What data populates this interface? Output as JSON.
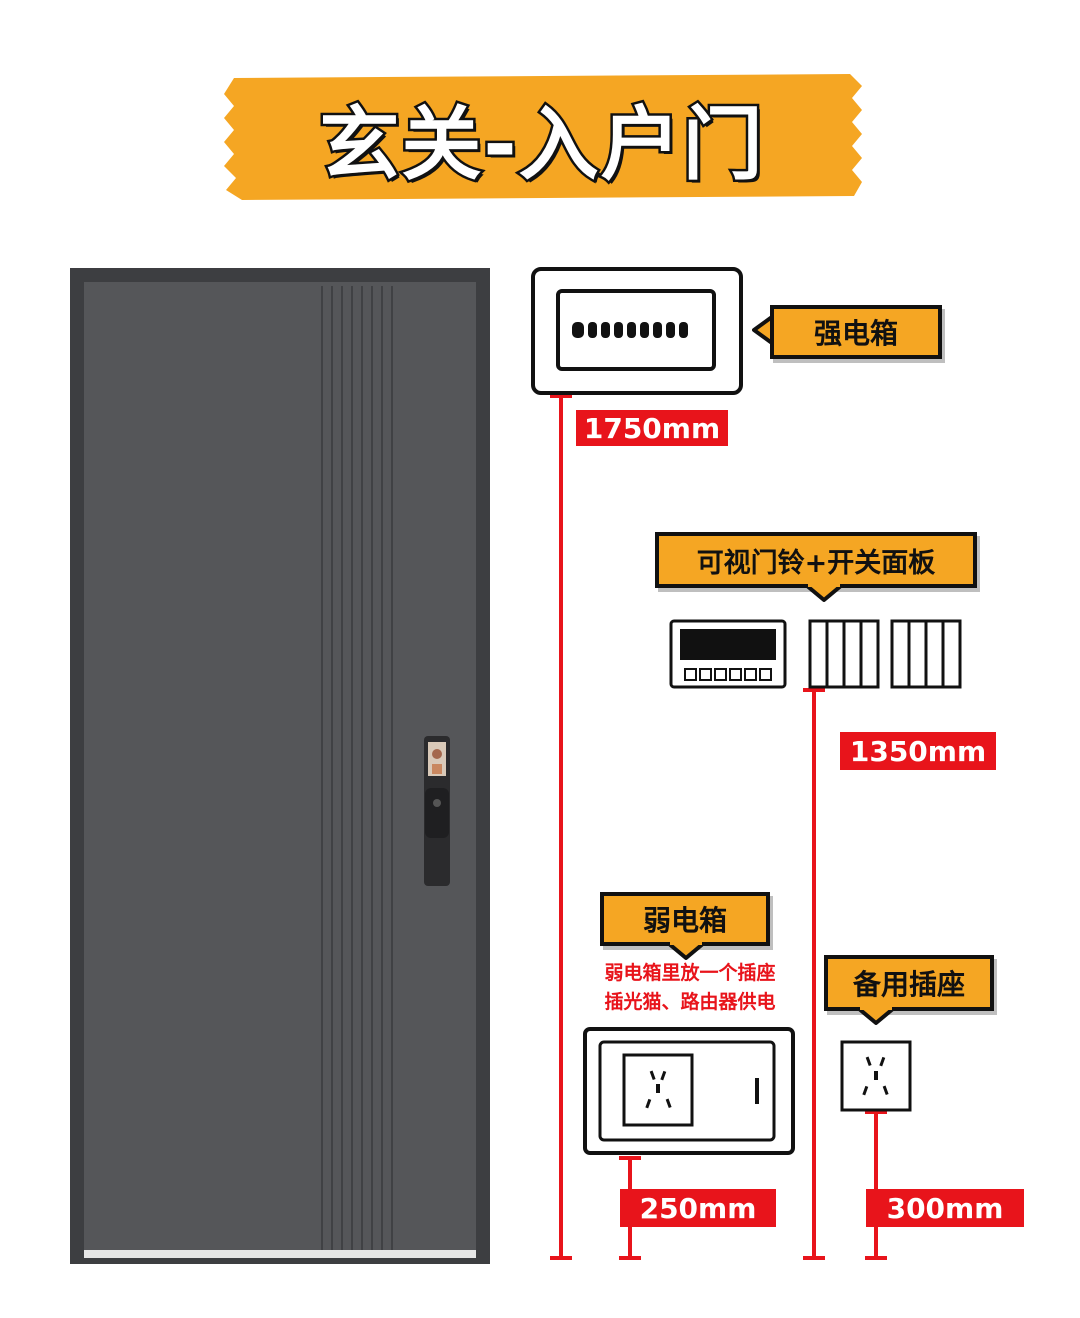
{
  "title": "玄关-入户门",
  "colors": {
    "accent_orange": "#f5a623",
    "measure_red": "#e8141b",
    "door_gray": "#555659",
    "outline": "#111111"
  },
  "items": {
    "strong_box": {
      "label": "强电箱",
      "height": "1750mm"
    },
    "doorbell_panel": {
      "label": "可视门铃+开关面板",
      "height": "1350mm"
    },
    "weak_box": {
      "label": "弱电箱",
      "height": "250mm",
      "note_line1": "弱电箱里放一个插座",
      "note_line2": "插光猫、路由器供电"
    },
    "spare_socket": {
      "label": "备用插座",
      "height": "300mm"
    }
  }
}
